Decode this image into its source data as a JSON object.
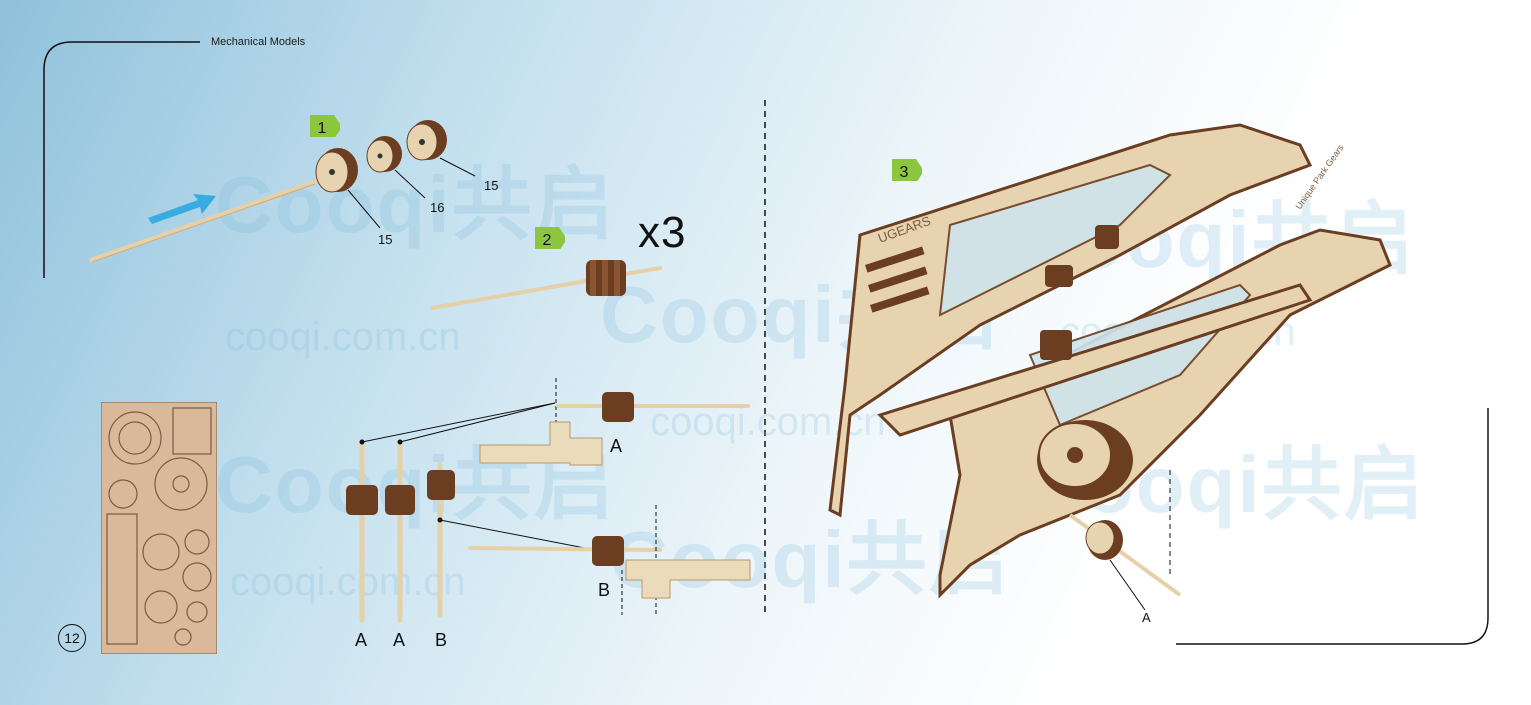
{
  "header": {
    "title": "Mechanical Models"
  },
  "steps": [
    {
      "label": "1",
      "color": "#8cc63f"
    },
    {
      "label": "2",
      "color": "#8cc63f"
    },
    {
      "label": "3",
      "color": "#8cc63f"
    }
  ],
  "step1": {
    "part_a": "15",
    "part_b": "16",
    "part_c": "15"
  },
  "step2": {
    "multiplier": "x3"
  },
  "assembly": {
    "left_labels": [
      "A",
      "A",
      "B"
    ],
    "label_a": "A",
    "label_b": "B"
  },
  "step3": {
    "label_a": "A",
    "logo_text": "UGEARS",
    "plate_text": "Unique Park Gears"
  },
  "page": {
    "number": "12"
  },
  "watermark": {
    "brand": "Cooqi共启",
    "url": "cooqi.com.cn"
  },
  "colors": {
    "wood": "#e8d3b0",
    "wood_edge": "#6b3e22",
    "arrow": "#2aa7e0",
    "badge": "#8cc63f"
  }
}
